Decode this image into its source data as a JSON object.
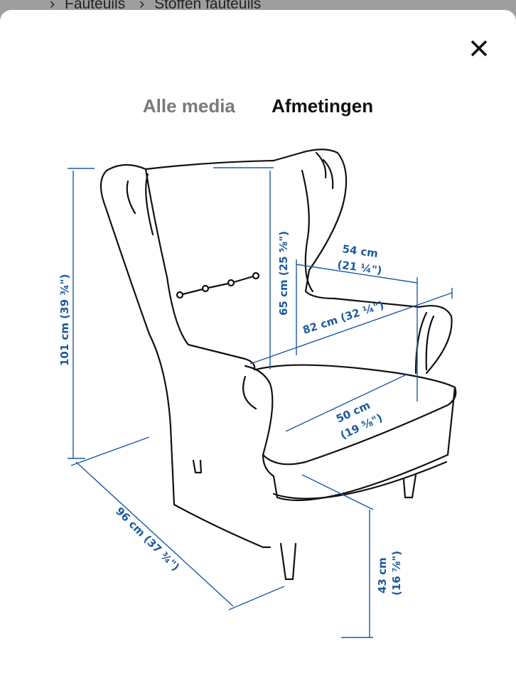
{
  "breadcrumb": [
    "Fauteuils",
    "Stoffen fauteuils"
  ],
  "close_icon": "close-icon",
  "tabs": [
    {
      "label": "Alle media",
      "active": false
    },
    {
      "label": "Afmetingen",
      "active": true
    }
  ],
  "dimension_color": "#1c5aa0",
  "dimensions": {
    "height_total": "101 cm (39 ¾\")",
    "backrest_height": "65 cm (25 ⅝\")",
    "seat_width": {
      "cm": "54 cm",
      "in": "(21 ¼\")"
    },
    "width_total": "82 cm (32 ¼\")",
    "seat_depth": {
      "cm": "50 cm",
      "in": "(19 ⅝\")"
    },
    "depth_total": "96 cm (37 ¾\")",
    "seat_height": {
      "cm": "43 cm",
      "in": "(16 ⅞\")"
    }
  }
}
